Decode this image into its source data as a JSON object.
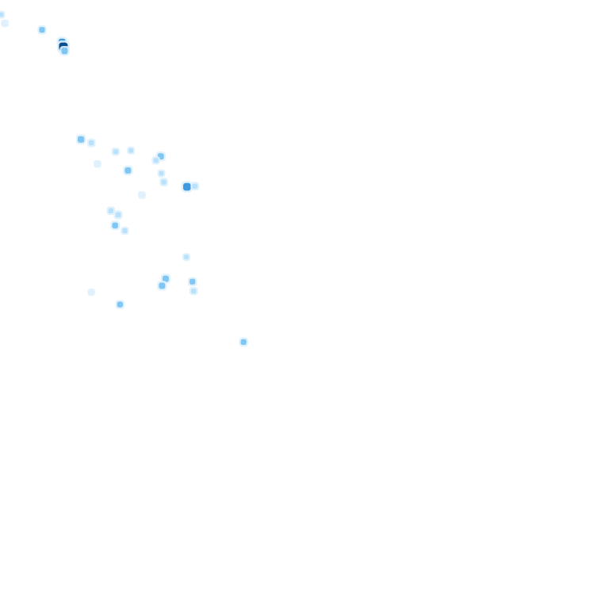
{
  "map": {
    "background_color": "#ffffff",
    "palette": {
      "faint": "#dff1fd",
      "light": "#b9e1fb",
      "medium": "#7fc6f4",
      "strong": "#3f9be0",
      "peak": "#0b4f8c"
    },
    "cells": [
      {
        "lon": 0.2,
        "lat": 61.5,
        "intensity": 0.25
      },
      {
        "lon": 0.8,
        "lat": 60.0,
        "intensity": 0.2
      },
      {
        "lon": 6.9,
        "lat": 58.9,
        "intensity": 0.45
      },
      {
        "lon": 10.2,
        "lat": 56.8,
        "intensity": 0.7
      },
      {
        "lon": 10.4,
        "lat": 56.0,
        "intensity": 1.0
      },
      {
        "lon": 10.6,
        "lat": 55.3,
        "intensity": 0.55
      },
      {
        "lon": 13.3,
        "lat": 40.2,
        "intensity": 0.6
      },
      {
        "lon": 15.0,
        "lat": 39.6,
        "intensity": 0.35
      },
      {
        "lon": 19.0,
        "lat": 38.1,
        "intensity": 0.3
      },
      {
        "lon": 21.5,
        "lat": 38.3,
        "intensity": 0.25
      },
      {
        "lon": 26.4,
        "lat": 37.3,
        "intensity": 0.55
      },
      {
        "lon": 25.6,
        "lat": 36.6,
        "intensity": 0.3
      },
      {
        "lon": 16.0,
        "lat": 36.0,
        "intensity": 0.2
      },
      {
        "lon": 21.0,
        "lat": 34.9,
        "intensity": 0.55
      },
      {
        "lon": 26.5,
        "lat": 34.4,
        "intensity": 0.25
      },
      {
        "lon": 26.9,
        "lat": 32.9,
        "intensity": 0.35
      },
      {
        "lon": 30.7,
        "lat": 32.1,
        "intensity": 0.8
      },
      {
        "lon": 32.0,
        "lat": 32.2,
        "intensity": 0.35
      },
      {
        "lon": 23.3,
        "lat": 30.7,
        "intensity": 0.2
      },
      {
        "lon": 18.2,
        "lat": 28.0,
        "intensity": 0.35
      },
      {
        "lon": 19.4,
        "lat": 27.3,
        "intensity": 0.4
      },
      {
        "lon": 18.9,
        "lat": 25.5,
        "intensity": 0.5
      },
      {
        "lon": 20.5,
        "lat": 24.6,
        "intensity": 0.3
      },
      {
        "lon": 30.6,
        "lat": 20.1,
        "intensity": 0.25
      },
      {
        "lon": 27.2,
        "lat": 16.4,
        "intensity": 0.55
      },
      {
        "lon": 26.6,
        "lat": 15.2,
        "intensity": 0.55
      },
      {
        "lon": 31.6,
        "lat": 15.9,
        "intensity": 0.45
      },
      {
        "lon": 31.8,
        "lat": 14.3,
        "intensity": 0.35
      },
      {
        "lon": 15.0,
        "lat": 14.1,
        "intensity": 0.15
      },
      {
        "lon": 19.7,
        "lat": 12.0,
        "intensity": 0.45
      },
      {
        "lon": 40.0,
        "lat": 5.6,
        "intensity": 0.45
      }
    ]
  }
}
